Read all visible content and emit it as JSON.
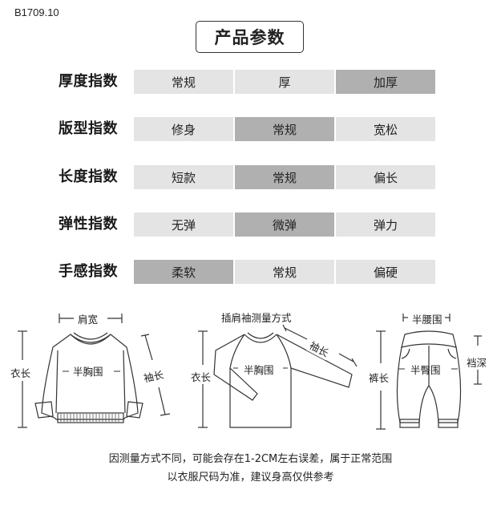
{
  "product_code": "B1709.10",
  "title": "产品参数",
  "colors": {
    "cell_default": "#e4e4e4",
    "cell_selected": "#b0b0b0",
    "text": "#222222"
  },
  "parameters": [
    {
      "label": "厚度指数",
      "options": [
        "常规",
        "厚",
        "加厚"
      ],
      "selected": 2
    },
    {
      "label": "版型指数",
      "options": [
        "修身",
        "常规",
        "宽松"
      ],
      "selected": 1
    },
    {
      "label": "长度指数",
      "options": [
        "短款",
        "常规",
        "偏长"
      ],
      "selected": 1
    },
    {
      "label": "弹性指数",
      "options": [
        "无弹",
        "微弹",
        "弹力"
      ],
      "selected": 1
    },
    {
      "label": "手感指数",
      "options": [
        "柔软",
        "常规",
        "偏硬"
      ],
      "selected": 0
    }
  ],
  "diagrams": {
    "sweater": {
      "shoulder_width": "肩宽",
      "body_length": "衣长",
      "half_chest": "半胸围",
      "sleeve_length": "袖长"
    },
    "raglan": {
      "title": "插肩袖测量方式",
      "body_length": "衣长",
      "half_chest": "半胸围",
      "sleeve_length": "袖长"
    },
    "pants": {
      "half_waist": "半腰围",
      "pants_length": "裤长",
      "half_hip": "半臀围",
      "crotch_depth": "裆深"
    }
  },
  "notes": {
    "line1": "因测量方式不同，可能会存在1-2CM左右误差，属于正常范围",
    "line2": "以衣服尺码为准，建议身高仅供参考"
  }
}
